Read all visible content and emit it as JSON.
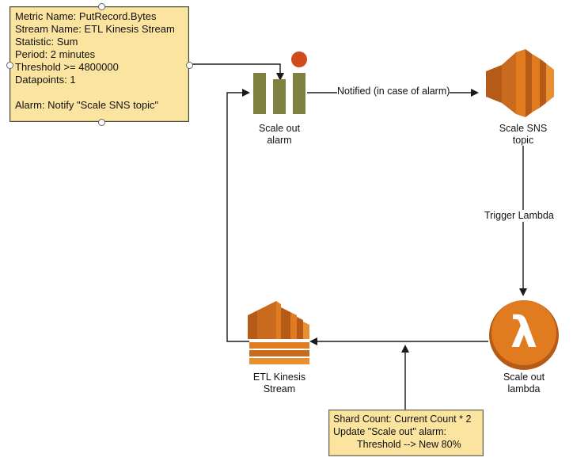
{
  "metric_note": {
    "lines": [
      "Metric Name: PutRecord.Bytes",
      "Stream Name: ETL Kinesis Stream",
      "Statistic: Sum",
      "Period: 2 minutes",
      "Threshold >= 4800000",
      "Datapoints: 1"
    ],
    "alarm_line": "Alarm: Notify \"Scale SNS topic\""
  },
  "nodes": {
    "alarm": {
      "line1": "Scale out",
      "line2": "alarm",
      "icon": "cloudwatch-alarm-icon"
    },
    "sns": {
      "line1": "Scale SNS",
      "line2": "topic",
      "icon": "sns-topic-icon"
    },
    "lambda": {
      "line1": "Scale out",
      "line2": "lambda",
      "icon": "lambda-icon",
      "glyph": "λ"
    },
    "kinesis": {
      "line1": "ETL Kinesis",
      "line2": "Stream",
      "icon": "kinesis-stream-icon"
    }
  },
  "edges": {
    "alarm_to_sns": "Notified (in case of alarm)",
    "sns_to_lambda": "Trigger Lambda"
  },
  "shard_note": {
    "line1": "Shard Count: Current Count * 2",
    "line2": "Update \"Scale out\" alarm:",
    "line3": "Threshold --> New 80%"
  },
  "colors": {
    "note_fill": "#fbe4a0",
    "alarm_bar": "#7f8140",
    "alarm_dot": "#d04a1c",
    "aws_orange": "#e07b1f",
    "aws_dark_orange": "#b55a17",
    "line": "#1a1a1a"
  }
}
